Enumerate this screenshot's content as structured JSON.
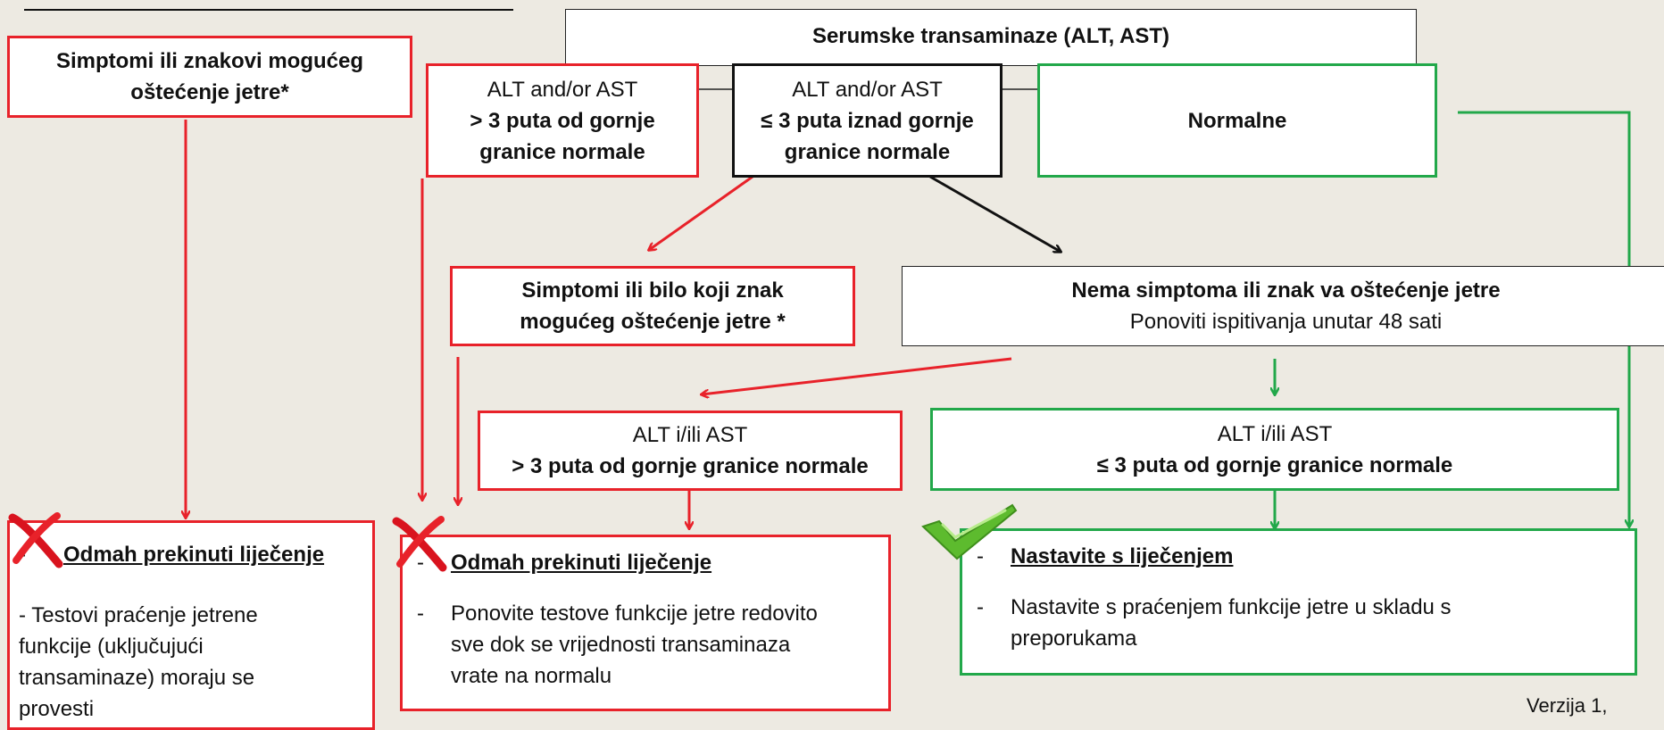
{
  "colors": {
    "background": "#edeae2",
    "red": "#e8222a",
    "green": "#22a84a",
    "black": "#111111"
  },
  "header": {
    "title": "Serumske transaminaze (ALT, AST)"
  },
  "symptoms_box": {
    "line1": "Simptomi ili znakovi mogućeg",
    "line2": "oštećenje jetre*"
  },
  "high_box": {
    "line1": "ALT and/or AST",
    "line2": ">  3 puta od gornje",
    "line3": "granice normale"
  },
  "mid_box": {
    "line1": "ALT and/or AST",
    "line2": "≤ 3 puta iznad gornje",
    "line3": "granice normale"
  },
  "normal_box": {
    "label": "Normalne"
  },
  "symptoms2_box": {
    "line1": "Simptomi ili bilo koji znak",
    "line2": "mogućeg oštećenje jetre *"
  },
  "no_symptoms_box": {
    "line1": "Nema simptoma ili znak va  oštećenje jetre",
    "line2": "Ponoviti ispitivanja unutar 48 sati"
  },
  "retest_high_box": {
    "line1": "ALT i/ili AST",
    "line2": "> 3 puta od gornje granice normale"
  },
  "retest_low_box": {
    "line1": "ALT i/ili AST",
    "line2": "≤ 3 puta od gornje granice normale"
  },
  "result_stop1": {
    "dash": "-",
    "title": "Odmah prekinuti liječenje",
    "body_lines": [
      "- Testovi praćenje jetrene",
      "funkcije (uključujući",
      "transaminaze) moraju se",
      "provesti"
    ]
  },
  "result_stop2": {
    "dash1": "-",
    "title": "Odmah prekinuti liječenje",
    "dash2": "-",
    "body_lines": [
      "Ponovite testove funkcije jetre redovito",
      "sve dok se vrijednosti transaminaza",
      "vrate na normalu"
    ]
  },
  "result_continue": {
    "dash1": "-",
    "title": "Nastavite s liječenjem",
    "dash2": "-",
    "body_lines": [
      "Nastavite s praćenjem funkcije jetre u skladu s",
      "preporukama"
    ]
  },
  "icons": {
    "stop1": "red-x-icon",
    "stop2": "red-x-icon",
    "continue": "green-check-icon"
  },
  "footer": {
    "version": "Verzija 1,"
  }
}
